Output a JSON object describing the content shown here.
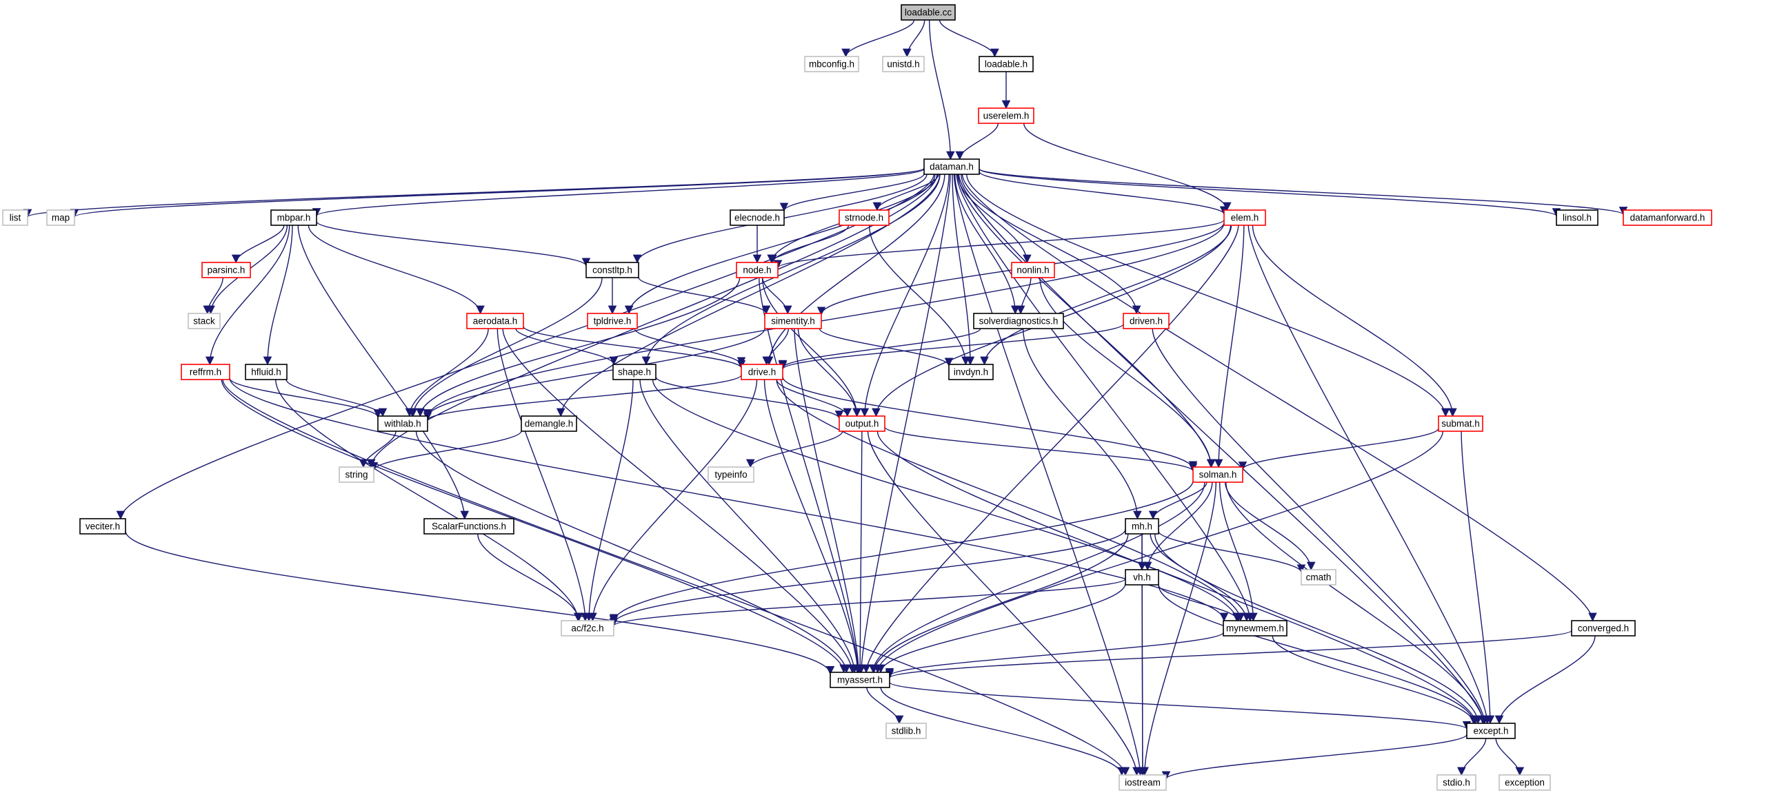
{
  "colors": {
    "edge": "#191970",
    "border_default": "#000000",
    "border_truncated": "#ff0000",
    "border_external": "#bfbfbf",
    "fill_root": "#bfbfbf",
    "fill_default": "#ffffff"
  },
  "nodes": [
    {
      "id": "loadable_cc",
      "label": "loadable.cc",
      "kind": "root"
    },
    {
      "id": "mbconfig_h",
      "label": "mbconfig.h",
      "kind": "external"
    },
    {
      "id": "unistd_h",
      "label": "unistd.h",
      "kind": "external"
    },
    {
      "id": "loadable_h",
      "label": "loadable.h",
      "kind": "normal"
    },
    {
      "id": "userelem_h",
      "label": "userelem.h",
      "kind": "truncated"
    },
    {
      "id": "dataman_h",
      "label": "dataman.h",
      "kind": "normal"
    },
    {
      "id": "list",
      "label": "list",
      "kind": "external"
    },
    {
      "id": "map",
      "label": "map",
      "kind": "external"
    },
    {
      "id": "mbpar_h",
      "label": "mbpar.h",
      "kind": "normal"
    },
    {
      "id": "elecnode_h",
      "label": "elecnode.h",
      "kind": "normal"
    },
    {
      "id": "strnode_h",
      "label": "strnode.h",
      "kind": "truncated"
    },
    {
      "id": "elem_h",
      "label": "elem.h",
      "kind": "truncated"
    },
    {
      "id": "linsol_h",
      "label": "linsol.h",
      "kind": "normal"
    },
    {
      "id": "datamanforward_h",
      "label": "datamanforward.h",
      "kind": "truncated"
    },
    {
      "id": "parsinc_h",
      "label": "parsinc.h",
      "kind": "truncated"
    },
    {
      "id": "constltp_h",
      "label": "constltp.h",
      "kind": "normal"
    },
    {
      "id": "node_h",
      "label": "node.h",
      "kind": "truncated"
    },
    {
      "id": "nonlin_h",
      "label": "nonlin.h",
      "kind": "truncated"
    },
    {
      "id": "stack",
      "label": "stack",
      "kind": "external"
    },
    {
      "id": "aerodata_h",
      "label": "aerodata.h",
      "kind": "truncated"
    },
    {
      "id": "tpldrive_h",
      "label": "tpldrive.h",
      "kind": "truncated"
    },
    {
      "id": "simentity_h",
      "label": "simentity.h",
      "kind": "truncated"
    },
    {
      "id": "solverdiagnostics_h",
      "label": "solverdiagnostics.h",
      "kind": "normal"
    },
    {
      "id": "driven_h",
      "label": "driven.h",
      "kind": "truncated"
    },
    {
      "id": "reffrm_h",
      "label": "reffrm.h",
      "kind": "truncated"
    },
    {
      "id": "hfluid_h",
      "label": "hfluid.h",
      "kind": "normal"
    },
    {
      "id": "shape_h",
      "label": "shape.h",
      "kind": "normal"
    },
    {
      "id": "drive_h",
      "label": "drive.h",
      "kind": "truncated"
    },
    {
      "id": "invdyn_h",
      "label": "invdyn.h",
      "kind": "normal"
    },
    {
      "id": "withlab_h",
      "label": "withlab.h",
      "kind": "normal"
    },
    {
      "id": "demangle_h",
      "label": "demangle.h",
      "kind": "normal"
    },
    {
      "id": "output_h",
      "label": "output.h",
      "kind": "truncated"
    },
    {
      "id": "submat_h",
      "label": "submat.h",
      "kind": "truncated"
    },
    {
      "id": "string",
      "label": "string",
      "kind": "external"
    },
    {
      "id": "typeinfo",
      "label": "typeinfo",
      "kind": "external"
    },
    {
      "id": "solman_h",
      "label": "solman.h",
      "kind": "truncated"
    },
    {
      "id": "veciter_h",
      "label": "veciter.h",
      "kind": "normal"
    },
    {
      "id": "scalarfunctions_h",
      "label": "ScalarFunctions.h",
      "kind": "normal"
    },
    {
      "id": "mh_h",
      "label": "mh.h",
      "kind": "normal"
    },
    {
      "id": "cmath",
      "label": "cmath",
      "kind": "external"
    },
    {
      "id": "vh_h",
      "label": "vh.h",
      "kind": "normal"
    },
    {
      "id": "ac_f2c_h",
      "label": "ac/f2c.h",
      "kind": "external"
    },
    {
      "id": "mynewmem_h",
      "label": "mynewmem.h",
      "kind": "normal"
    },
    {
      "id": "converged_h",
      "label": "converged.h",
      "kind": "normal"
    },
    {
      "id": "myassert_h",
      "label": "myassert.h",
      "kind": "normal"
    },
    {
      "id": "except_h",
      "label": "except.h",
      "kind": "normal"
    },
    {
      "id": "stdlib_h",
      "label": "stdlib.h",
      "kind": "external"
    },
    {
      "id": "iostream",
      "label": "iostream",
      "kind": "external"
    },
    {
      "id": "stdio_h",
      "label": "stdio.h",
      "kind": "external"
    },
    {
      "id": "exception",
      "label": "exception",
      "kind": "external"
    }
  ],
  "edges": [
    [
      "loadable_cc",
      "mbconfig_h"
    ],
    [
      "loadable_cc",
      "unistd_h"
    ],
    [
      "loadable_cc",
      "loadable_h"
    ],
    [
      "loadable_cc",
      "dataman_h"
    ],
    [
      "loadable_h",
      "userelem_h"
    ],
    [
      "userelem_h",
      "dataman_h"
    ],
    [
      "userelem_h",
      "elem_h"
    ],
    [
      "dataman_h",
      "list"
    ],
    [
      "dataman_h",
      "map"
    ],
    [
      "dataman_h",
      "mbpar_h"
    ],
    [
      "dataman_h",
      "veciter_h"
    ],
    [
      "dataman_h",
      "string"
    ],
    [
      "dataman_h",
      "demangle_h"
    ],
    [
      "dataman_h",
      "constltp_h"
    ],
    [
      "dataman_h",
      "tpldrive_h"
    ],
    [
      "dataman_h",
      "shape_h"
    ],
    [
      "dataman_h",
      "drive_h"
    ],
    [
      "dataman_h",
      "node_h"
    ],
    [
      "dataman_h",
      "elecnode_h"
    ],
    [
      "dataman_h",
      "strnode_h"
    ],
    [
      "dataman_h",
      "output_h"
    ],
    [
      "dataman_h",
      "myassert_h"
    ],
    [
      "dataman_h",
      "solverdiagnostics_h"
    ],
    [
      "dataman_h",
      "nonlin_h"
    ],
    [
      "dataman_h",
      "driven_h"
    ],
    [
      "dataman_h",
      "invdyn_h"
    ],
    [
      "dataman_h",
      "elem_h"
    ],
    [
      "dataman_h",
      "solman_h"
    ],
    [
      "dataman_h",
      "submat_h"
    ],
    [
      "dataman_h",
      "mynewmem_h"
    ],
    [
      "dataman_h",
      "linsol_h"
    ],
    [
      "dataman_h",
      "datamanforward_h"
    ],
    [
      "dataman_h",
      "iostream"
    ],
    [
      "dataman_h",
      "converged_h"
    ],
    [
      "dataman_h",
      "except_h"
    ],
    [
      "mbpar_h",
      "parsinc_h"
    ],
    [
      "mbpar_h",
      "stack"
    ],
    [
      "mbpar_h",
      "reffrm_h"
    ],
    [
      "mbpar_h",
      "hfluid_h"
    ],
    [
      "mbpar_h",
      "scalarfunctions_h"
    ],
    [
      "mbpar_h",
      "aerodata_h"
    ],
    [
      "mbpar_h",
      "constltp_h"
    ],
    [
      "parsinc_h",
      "stack"
    ],
    [
      "constltp_h",
      "tpldrive_h"
    ],
    [
      "constltp_h",
      "simentity_h"
    ],
    [
      "constltp_h",
      "withlab_h"
    ],
    [
      "elecnode_h",
      "node_h"
    ],
    [
      "strnode_h",
      "node_h"
    ],
    [
      "strnode_h",
      "invdyn_h"
    ],
    [
      "elem_h",
      "node_h"
    ],
    [
      "elem_h",
      "simentity_h"
    ],
    [
      "elem_h",
      "withlab_h"
    ],
    [
      "elem_h",
      "invdyn_h"
    ],
    [
      "elem_h",
      "output_h"
    ],
    [
      "elem_h",
      "solman_h"
    ],
    [
      "elem_h",
      "submat_h"
    ],
    [
      "elem_h",
      "myassert_h"
    ],
    [
      "elem_h",
      "except_h"
    ],
    [
      "node_h",
      "simentity_h"
    ],
    [
      "node_h",
      "withlab_h"
    ],
    [
      "node_h",
      "output_h"
    ],
    [
      "node_h",
      "myassert_h"
    ],
    [
      "nonlin_h",
      "solverdiagnostics_h"
    ],
    [
      "nonlin_h",
      "solman_h"
    ],
    [
      "tpldrive_h",
      "drive_h"
    ],
    [
      "simentity_h",
      "drive_h"
    ],
    [
      "simentity_h",
      "output_h"
    ],
    [
      "simentity_h",
      "invdyn_h"
    ],
    [
      "simentity_h",
      "withlab_h"
    ],
    [
      "simentity_h",
      "myassert_h"
    ],
    [
      "aerodata_h",
      "withlab_h"
    ],
    [
      "aerodata_h",
      "shape_h"
    ],
    [
      "aerodata_h",
      "drive_h"
    ],
    [
      "aerodata_h",
      "ac_f2c_h"
    ],
    [
      "aerodata_h",
      "myassert_h"
    ],
    [
      "solverdiagnostics_h",
      "drive_h"
    ],
    [
      "solverdiagnostics_h",
      "mh_h"
    ],
    [
      "driven_h",
      "drive_h"
    ],
    [
      "driven_h",
      "except_h"
    ],
    [
      "reffrm_h",
      "withlab_h"
    ],
    [
      "reffrm_h",
      "mynewmem_h"
    ],
    [
      "reffrm_h",
      "myassert_h"
    ],
    [
      "reffrm_h",
      "iostream"
    ],
    [
      "hfluid_h",
      "withlab_h"
    ],
    [
      "hfluid_h",
      "ac_f2c_h"
    ],
    [
      "shape_h",
      "output_h"
    ],
    [
      "shape_h",
      "mynewmem_h"
    ],
    [
      "shape_h",
      "ac_f2c_h"
    ],
    [
      "shape_h",
      "myassert_h"
    ],
    [
      "drive_h",
      "withlab_h"
    ],
    [
      "drive_h",
      "output_h"
    ],
    [
      "drive_h",
      "solman_h"
    ],
    [
      "drive_h",
      "ac_f2c_h"
    ],
    [
      "drive_h",
      "myassert_h"
    ],
    [
      "drive_h",
      "mynewmem_h"
    ],
    [
      "withlab_h",
      "string"
    ],
    [
      "withlab_h",
      "myassert_h"
    ],
    [
      "demangle_h",
      "string"
    ],
    [
      "output_h",
      "typeinfo"
    ],
    [
      "output_h",
      "solman_h"
    ],
    [
      "output_h",
      "myassert_h"
    ],
    [
      "output_h",
      "iostream"
    ],
    [
      "output_h",
      "except_h"
    ],
    [
      "submat_h",
      "solman_h"
    ],
    [
      "submat_h",
      "myassert_h"
    ],
    [
      "submat_h",
      "except_h"
    ],
    [
      "solman_h",
      "mh_h"
    ],
    [
      "solman_h",
      "vh_h"
    ],
    [
      "solman_h",
      "cmath"
    ],
    [
      "solman_h",
      "ac_f2c_h"
    ],
    [
      "solman_h",
      "mynewmem_h"
    ],
    [
      "solman_h",
      "myassert_h"
    ],
    [
      "solman_h",
      "except_h"
    ],
    [
      "solman_h",
      "iostream"
    ],
    [
      "veciter_h",
      "myassert_h"
    ],
    [
      "scalarfunctions_h",
      "ac_f2c_h"
    ],
    [
      "mh_h",
      "vh_h"
    ],
    [
      "mh_h",
      "cmath"
    ],
    [
      "mh_h",
      "ac_f2c_h"
    ],
    [
      "mh_h",
      "mynewmem_h"
    ],
    [
      "mh_h",
      "myassert_h"
    ],
    [
      "mh_h",
      "except_h"
    ],
    [
      "mh_h",
      "iostream"
    ],
    [
      "vh_h",
      "ac_f2c_h"
    ],
    [
      "vh_h",
      "mynewmem_h"
    ],
    [
      "vh_h",
      "myassert_h"
    ],
    [
      "vh_h",
      "except_h"
    ],
    [
      "vh_h",
      "iostream"
    ],
    [
      "mynewmem_h",
      "myassert_h"
    ],
    [
      "mynewmem_h",
      "except_h"
    ],
    [
      "converged_h",
      "myassert_h"
    ],
    [
      "converged_h",
      "except_h"
    ],
    [
      "myassert_h",
      "stdlib_h"
    ],
    [
      "myassert_h",
      "iostream"
    ],
    [
      "myassert_h",
      "except_h"
    ],
    [
      "except_h",
      "stdio_h"
    ],
    [
      "except_h",
      "exception"
    ],
    [
      "except_h",
      "iostream"
    ]
  ]
}
